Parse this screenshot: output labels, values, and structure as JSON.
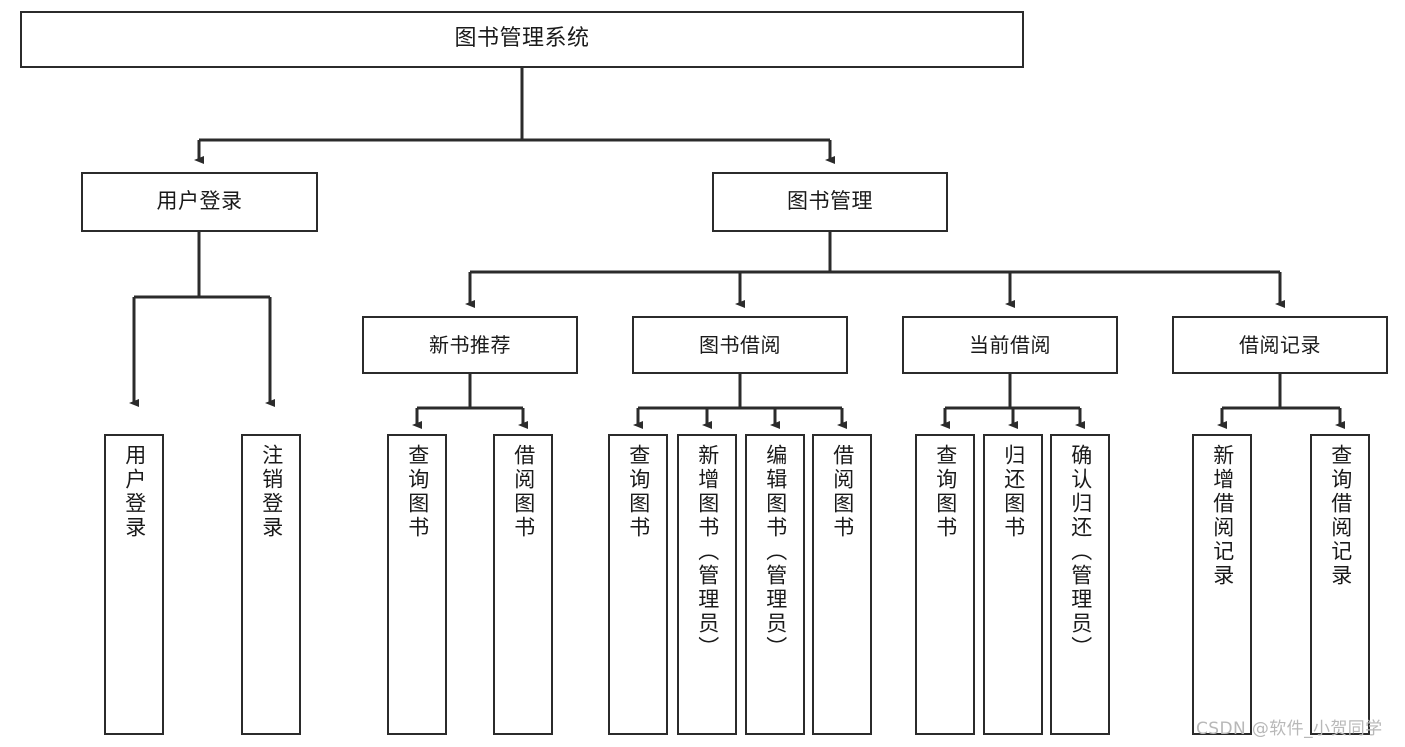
{
  "diagram": {
    "title": "图书管理系统",
    "watermark": "CSDN @软件_小贺同学",
    "stroke_color": "#2b2b2b",
    "text_color": "#1a1a1a",
    "background": "#ffffff",
    "nodes": {
      "root": {
        "label": "图书管理系统"
      },
      "level2": [
        {
          "label": "用户登录"
        },
        {
          "label": "图书管理"
        }
      ],
      "level3": [
        {
          "label": "新书推荐"
        },
        {
          "label": "图书借阅"
        },
        {
          "label": "当前借阅"
        },
        {
          "label": "借阅记录"
        }
      ],
      "leaves": {
        "user_login": [
          {
            "label": "用户登录"
          },
          {
            "label": "注销登录"
          }
        ],
        "new_book_recommend": [
          {
            "label": "查询图书"
          },
          {
            "label": "借阅图书"
          }
        ],
        "book_borrow": [
          {
            "label": "查询图书"
          },
          {
            "label": "新增图书（管理员）"
          },
          {
            "label": "编辑图书（管理员）"
          },
          {
            "label": "借阅图书"
          }
        ],
        "current_borrow": [
          {
            "label": "查询图书"
          },
          {
            "label": "归还图书"
          },
          {
            "label": "确认归还（管理员）"
          }
        ],
        "borrow_record": [
          {
            "label": "新增借阅记录"
          },
          {
            "label": "查询借阅记录"
          }
        ]
      }
    }
  }
}
